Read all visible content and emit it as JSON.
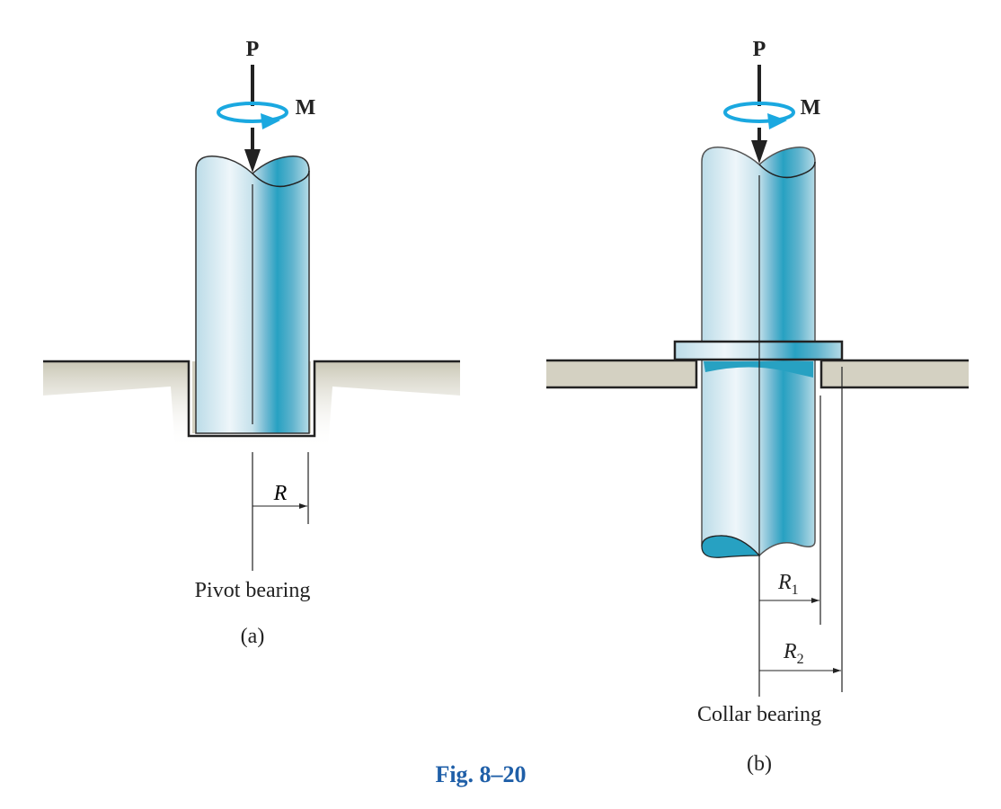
{
  "figure": {
    "caption": "Fig. 8–20",
    "caption_color": "#1f5fa8",
    "moment_color": "#1aa8e0",
    "panel_a": {
      "force_label": "P",
      "moment_label": "M",
      "radius_label": "R",
      "name": "Pivot bearing",
      "letter": "(a)"
    },
    "panel_b": {
      "force_label": "P",
      "moment_label": "M",
      "radius1_label": "R",
      "radius1_sub": "1",
      "radius2_label": "R",
      "radius2_sub": "2",
      "name": "Collar bearing",
      "letter": "(b)"
    }
  }
}
